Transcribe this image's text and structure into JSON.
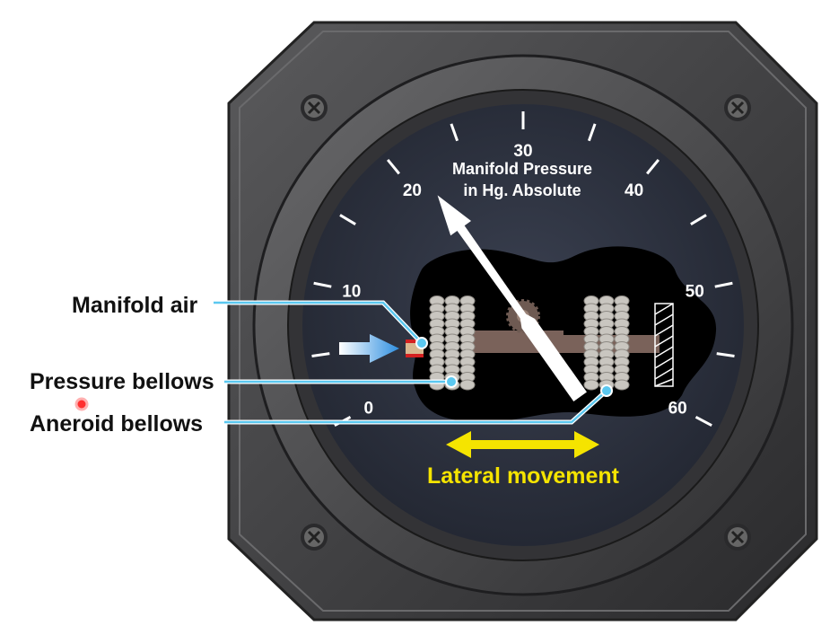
{
  "dial": {
    "title_line1": "Manifold Pressure",
    "title_line2": "in Hg. Absolute",
    "scale_min": 0,
    "scale_max": 60,
    "major_labels": [
      "0",
      "10",
      "20",
      "30",
      "40",
      "50",
      "60"
    ],
    "needle_reading": 20
  },
  "callouts": {
    "manifold_air": "Manifold air",
    "pressure_bellows": "Pressure bellows",
    "aneroid_bellows": "Aneroid bellows",
    "lateral_movement": "Lateral movement"
  },
  "colors": {
    "callout_line": "#5bc8f0",
    "arrow_yellow": "#f5e400",
    "flow_arrow": "#2f8fe0",
    "dial_face": "#2c3140",
    "bezel": "#3a3a3c",
    "rack": "#7a625a"
  }
}
